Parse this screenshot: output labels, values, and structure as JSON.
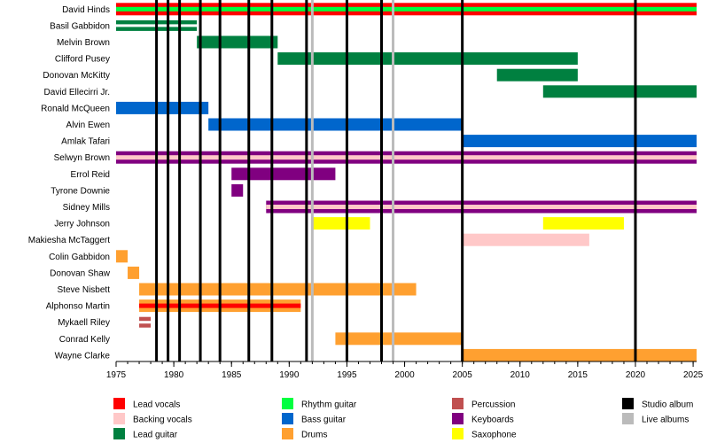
{
  "chart_data": {
    "type": "timeline",
    "xlim": [
      1975,
      2025.3
    ],
    "x_ticks": [
      "1975",
      "1980",
      "1985",
      "1990",
      "1995",
      "2000",
      "2005",
      "2010",
      "2015",
      "2020",
      "2025"
    ],
    "members": [
      {
        "name": "David Hinds",
        "roles": [
          {
            "role": "lead_vocals",
            "spans": [
              [
                1975,
                2025.3
              ]
            ]
          },
          {
            "role": "rhythm_guitar",
            "spans": [
              [
                1975,
                2025.3
              ]
            ]
          }
        ]
      },
      {
        "name": "Basil Gabbidon",
        "roles": [
          {
            "role": "lead_guitar",
            "spans": [
              [
                1975,
                1982
              ]
            ]
          },
          {
            "role": "lead_guitar",
            "spans": [
              [
                1975,
                1982
              ]
            ]
          }
        ]
      },
      {
        "name": "Melvin Brown",
        "roles": [
          {
            "role": "lead_guitar",
            "spans": [
              [
                1982,
                1989
              ]
            ]
          }
        ]
      },
      {
        "name": "Clifford Pusey",
        "roles": [
          {
            "role": "lead_guitar",
            "spans": [
              [
                1989,
                2015
              ]
            ]
          }
        ]
      },
      {
        "name": "Donovan McKitty",
        "roles": [
          {
            "role": "lead_guitar",
            "spans": [
              [
                2008,
                2015
              ]
            ]
          }
        ]
      },
      {
        "name": "David Ellecirri Jr.",
        "roles": [
          {
            "role": "lead_guitar",
            "spans": [
              [
                2012,
                2025.3
              ]
            ]
          }
        ]
      },
      {
        "name": "Ronald McQueen",
        "roles": [
          {
            "role": "bass_guitar",
            "spans": [
              [
                1975,
                1983
              ]
            ]
          }
        ]
      },
      {
        "name": "Alvin Ewen",
        "roles": [
          {
            "role": "bass_guitar",
            "spans": [
              [
                1983,
                2005
              ]
            ]
          }
        ]
      },
      {
        "name": "Amlak Tafari",
        "roles": [
          {
            "role": "bass_guitar",
            "spans": [
              [
                2005,
                2025.3
              ]
            ]
          }
        ]
      },
      {
        "name": "Selwyn Brown",
        "roles": [
          {
            "role": "keyboards",
            "spans": [
              [
                1975,
                2025.3
              ]
            ]
          },
          {
            "role": "backing_vocals",
            "spans": [
              [
                1975,
                2025.3
              ]
            ]
          }
        ]
      },
      {
        "name": "Errol Reid",
        "roles": [
          {
            "role": "keyboards",
            "spans": [
              [
                1985,
                1994
              ]
            ]
          }
        ]
      },
      {
        "name": "Tyrone Downie",
        "roles": [
          {
            "role": "keyboards",
            "spans": [
              [
                1985,
                1986
              ]
            ]
          }
        ]
      },
      {
        "name": "Sidney Mills",
        "roles": [
          {
            "role": "keyboards",
            "spans": [
              [
                1988,
                2025.3
              ]
            ]
          },
          {
            "role": "backing_vocals",
            "spans": [
              [
                1988,
                2025.3
              ]
            ]
          }
        ]
      },
      {
        "name": "Jerry Johnson",
        "roles": [
          {
            "role": "saxophone",
            "spans": [
              [
                1992,
                1997
              ],
              [
                2012,
                2019
              ]
            ]
          }
        ]
      },
      {
        "name": "Makiesha McTaggert",
        "roles": [
          {
            "role": "backing_vocals",
            "spans": [
              [
                2005,
                2016
              ]
            ]
          }
        ]
      },
      {
        "name": "Colin Gabbidon",
        "roles": [
          {
            "role": "drums",
            "spans": [
              [
                1975,
                1976
              ]
            ]
          }
        ]
      },
      {
        "name": "Donovan Shaw",
        "roles": [
          {
            "role": "drums",
            "spans": [
              [
                1976,
                1977
              ]
            ]
          }
        ]
      },
      {
        "name": "Steve Nisbett",
        "roles": [
          {
            "role": "drums",
            "spans": [
              [
                1977,
                2001
              ]
            ]
          }
        ]
      },
      {
        "name": "Alphonso Martin",
        "roles": [
          {
            "role": "drums",
            "spans": [
              [
                1977,
                1991
              ]
            ]
          },
          {
            "role": "lead_vocals",
            "spans": [
              [
                1977,
                1991
              ]
            ]
          }
        ]
      },
      {
        "name": "Mykaell Riley",
        "roles": [
          {
            "role": "percussion",
            "spans": [
              [
                1977,
                1978
              ]
            ]
          },
          {
            "role": "percussion",
            "spans": [
              [
                1977,
                1978
              ]
            ]
          }
        ]
      },
      {
        "name": "Conrad Kelly",
        "roles": [
          {
            "role": "drums",
            "spans": [
              [
                1994,
                2005
              ]
            ]
          }
        ]
      },
      {
        "name": "Wayne Clarke",
        "roles": [
          {
            "role": "drums",
            "spans": [
              [
                2005,
                2025.3
              ]
            ]
          }
        ]
      }
    ],
    "studio_albums": [
      1978.5,
      1979.5,
      1980.5,
      1982.3,
      1984,
      1986.5,
      1988.5,
      1991.5,
      1995,
      1998,
      2005,
      2020
    ],
    "live_albums": [
      1992,
      1999
    ],
    "role_colors": {
      "lead_vocals": "#ff0000",
      "backing_vocals": "#ffc8c8",
      "lead_guitar": "#008040",
      "rhythm_guitar": "#00ff40",
      "bass_guitar": "#0066cc",
      "drums": "#ffa030",
      "percussion": "#c05050",
      "keyboards": "#800080",
      "saxophone": "#ffff00",
      "studio_album": "#000000",
      "live_album": "#bbbbbb"
    },
    "legend": [
      {
        "key": "lead_vocals",
        "label": "Lead vocals"
      },
      {
        "key": "backing_vocals",
        "label": "Backing vocals"
      },
      {
        "key": "lead_guitar",
        "label": "Lead guitar"
      },
      {
        "key": "rhythm_guitar",
        "label": "Rhythm guitar"
      },
      {
        "key": "bass_guitar",
        "label": "Bass guitar"
      },
      {
        "key": "drums",
        "label": "Drums"
      },
      {
        "key": "percussion",
        "label": "Percussion"
      },
      {
        "key": "keyboards",
        "label": "Keyboards"
      },
      {
        "key": "saxophone",
        "label": "Saxophone"
      },
      {
        "key": "studio_album",
        "label": "Studio album"
      },
      {
        "key": "live_album",
        "label": "Live albums"
      }
    ]
  }
}
